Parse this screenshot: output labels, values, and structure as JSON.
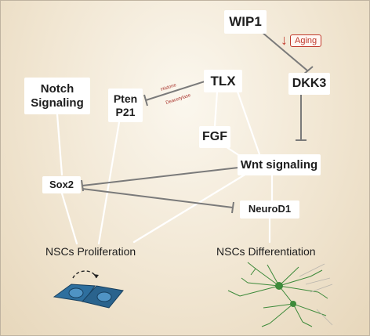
{
  "nodes": {
    "wip1": "WIP1",
    "aging": "Aging",
    "dkk3": "DKK3",
    "tlx": "TLX",
    "notch": "Notch\nSignaling",
    "pten": "Pten\nP21",
    "fgf": "FGF",
    "wnt": "Wnt signaling",
    "sox2": "Sox2",
    "neurod1": "NeuroD1",
    "nsc_prolif": "NSCs Proliferation",
    "nsc_diff": "NSCs Differentiation",
    "histone": "Histone",
    "deacetylase": "Deacetylase"
  },
  "colors": {
    "inhibit_line": "#7a7a7a",
    "link_line": "#ffffff",
    "aging_red": "#c0392b",
    "cell_blue": "#2e6f9e",
    "neuron_green": "#3d8a3a"
  },
  "icons": {
    "proliferation": "dividing-cells-icon",
    "differentiation": "neuron-icon"
  }
}
